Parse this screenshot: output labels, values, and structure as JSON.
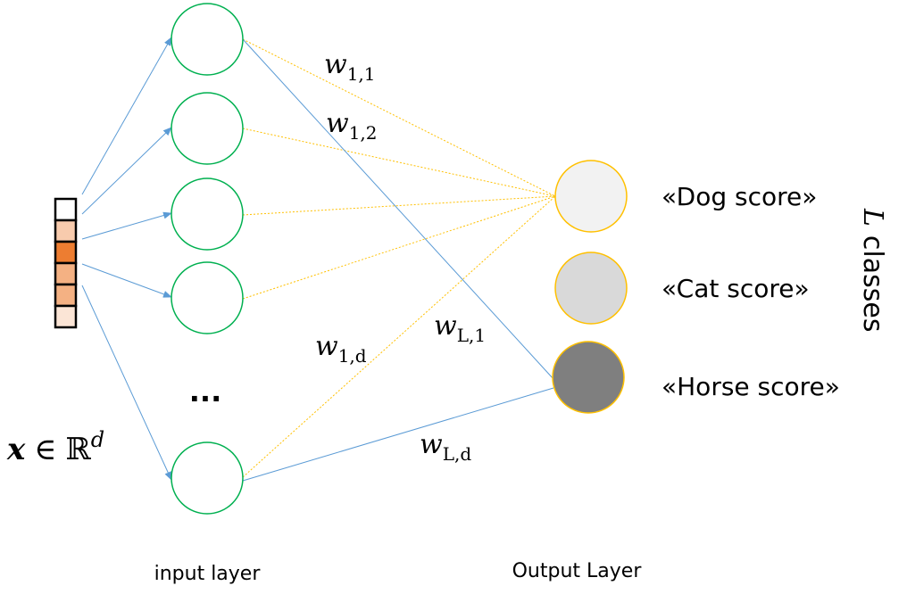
{
  "input_vector": {
    "cell_colors": [
      "#ffffff",
      "#f8cbad",
      "#ed7d31",
      "#f4b183",
      "#f4b183",
      "#fbe5d6"
    ]
  },
  "input_space": {
    "symbol": "x",
    "relation": "∈",
    "space": "ℝ",
    "exponent": "d"
  },
  "ellipsis": "...",
  "input_layer": {
    "caption": "input layer",
    "visible_node_count": 5
  },
  "output_layer": {
    "caption": "Output Layer",
    "nodes": [
      {
        "label": "«Dog score»",
        "fill": "#f2f2f2"
      },
      {
        "label": "«Cat score»",
        "fill": "#d9d9d9"
      },
      {
        "label": "«Horse score»",
        "fill": "#7f7f7f"
      }
    ]
  },
  "classes_label": {
    "symbol": "L",
    "word": "classes"
  },
  "weights": [
    {
      "base": "w",
      "sub": "1,1"
    },
    {
      "base": "w",
      "sub": "1,2"
    },
    {
      "base": "w",
      "sub": "1,d"
    },
    {
      "base": "w",
      "sub": "L,1"
    },
    {
      "base": "w",
      "sub": "L,d"
    }
  ],
  "colors": {
    "input_node_stroke": "#00b050",
    "output_node_stroke": "#ffc000",
    "arrow": "#5b9bd5",
    "dashed_connection": "#ffc000",
    "blue_connection": "#5b9bd5"
  }
}
